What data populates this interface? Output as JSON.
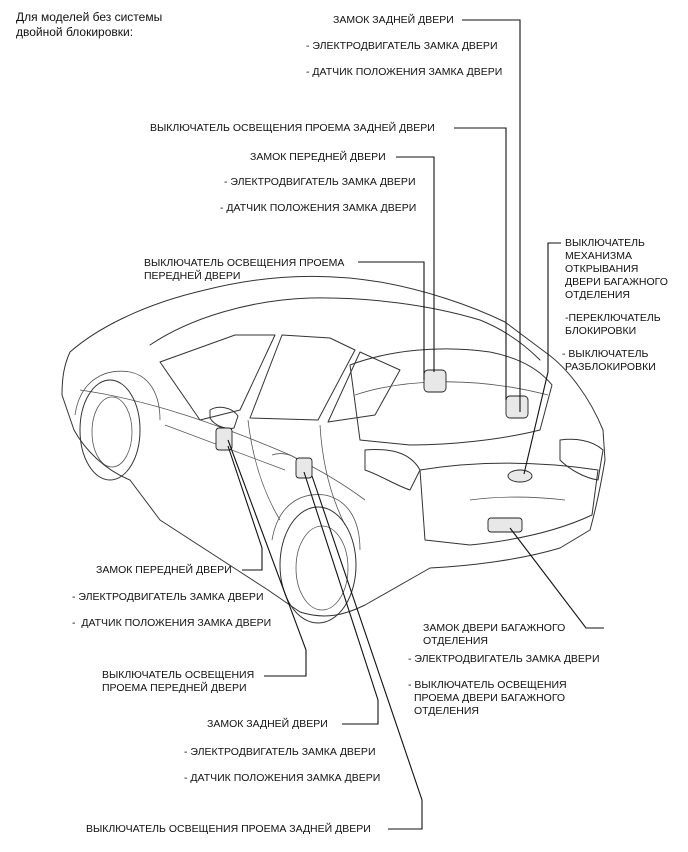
{
  "header": {
    "line1": "Для моделей без системы",
    "line2": "двойной блокировки:"
  },
  "colors": {
    "line": "#111111",
    "car": "#333333",
    "background": "#ffffff"
  },
  "labels": {
    "rear_lock_top": "ЗАМОК ЗАДНЕЙ ДВЕРИ",
    "rear_motor_top": "- ЭЛЕКТРОДВИГАТЕЛЬ ЗАМКА ДВЕРИ",
    "rear_sensor_top": "- ДАТЧИК ПОЛОЖЕНИЯ ЗАМКА ДВЕРИ",
    "rear_courtesy_top": "ВЫКЛЮЧАТЕЛЬ ОСВЕЩЕНИЯ ПРОЕМА ЗАДНЕЙ ДВЕРИ",
    "front_lock_top": "ЗАМОК ПЕРЕДНЕЙ ДВЕРИ",
    "front_motor_top": "- ЭЛЕКТРОДВИГАТЕЛЬ ЗАМКА ДВЕРИ",
    "front_sensor_top": "- ДАТЧИК ПОЛОЖЕНИЯ ЗАМКА ДВЕРИ",
    "front_courtesy_top_1": "ВЫКЛЮЧАТЕЛЬ ОСВЕЩЕНИЯ ПРОЕМА",
    "front_courtesy_top_2": "ПЕРЕДНЕЙ ДВЕРИ",
    "opener_1": "ВЫКЛЮЧАТЕЛЬ",
    "opener_2": "МЕХАНИЗМА",
    "opener_3": "ОТКРЫВАНИЯ",
    "opener_4": "ДВЕРИ БАГАЖНОГО",
    "opener_5": "ОТДЕЛЕНИЯ",
    "lock_switch_1": "-ПЕРЕКЛЮЧАТЕЛЬ",
    "lock_switch_2": "БЛОКИРОВКИ",
    "unlock_switch_1": "- ВЫКЛЮЧАТЕЛЬ",
    "unlock_switch_2": "РАЗБЛОКИРОВКИ",
    "front_lock_bottom": "ЗАМОК ПЕРЕДНЕЙ ДВЕРИ",
    "front_motor_bottom": "- ЭЛЕКТРОДВИГАТЕЛЬ ЗАМКА ДВЕРИ",
    "front_sensor_bottom": "-  ДАТЧИК ПОЛОЖЕНИЯ ЗАМКА ДВЕРИ",
    "front_courtesy_bottom_1": "ВЫКЛЮЧАТЕЛЬ ОСВЕЩЕНИЯ",
    "front_courtesy_bottom_2": "ПРОЕМА ПЕРЕДНЕЙ ДВЕРИ",
    "rear_lock_bottom": "ЗАМОК ЗАДНЕЙ ДВЕРИ",
    "rear_motor_bottom": "- ЭЛЕКТРОДВИГАТЕЛЬ ЗАМКА ДВЕРИ",
    "rear_sensor_bottom": "- ДАТЧИК ПОЛОЖЕНИЯ ЗАМКА ДВЕРИ",
    "rear_courtesy_bottom": "ВЫКЛЮЧАТЕЛЬ ОСВЕЩЕНИЯ ПРОЕМА ЗАДНЕЙ ДВЕРИ",
    "trunk_lock_1": "ЗАМОК ДВЕРИ БАГАЖНОГО",
    "trunk_lock_2": "ОТДЕЛЕНИЯ",
    "trunk_motor": "- ЭЛЕКТРОДВИГАТЕЛЬ ЗАМКА ДВЕРИ",
    "trunk_courtesy_1": "- ВЫКЛЮЧАТЕЛЬ ОСВЕЩЕНИЯ",
    "trunk_courtesy_2": "ПРОЕМА ДВЕРИ БАГАЖНОГО",
    "trunk_courtesy_3": "ОТДЕЛЕНИЯ"
  }
}
